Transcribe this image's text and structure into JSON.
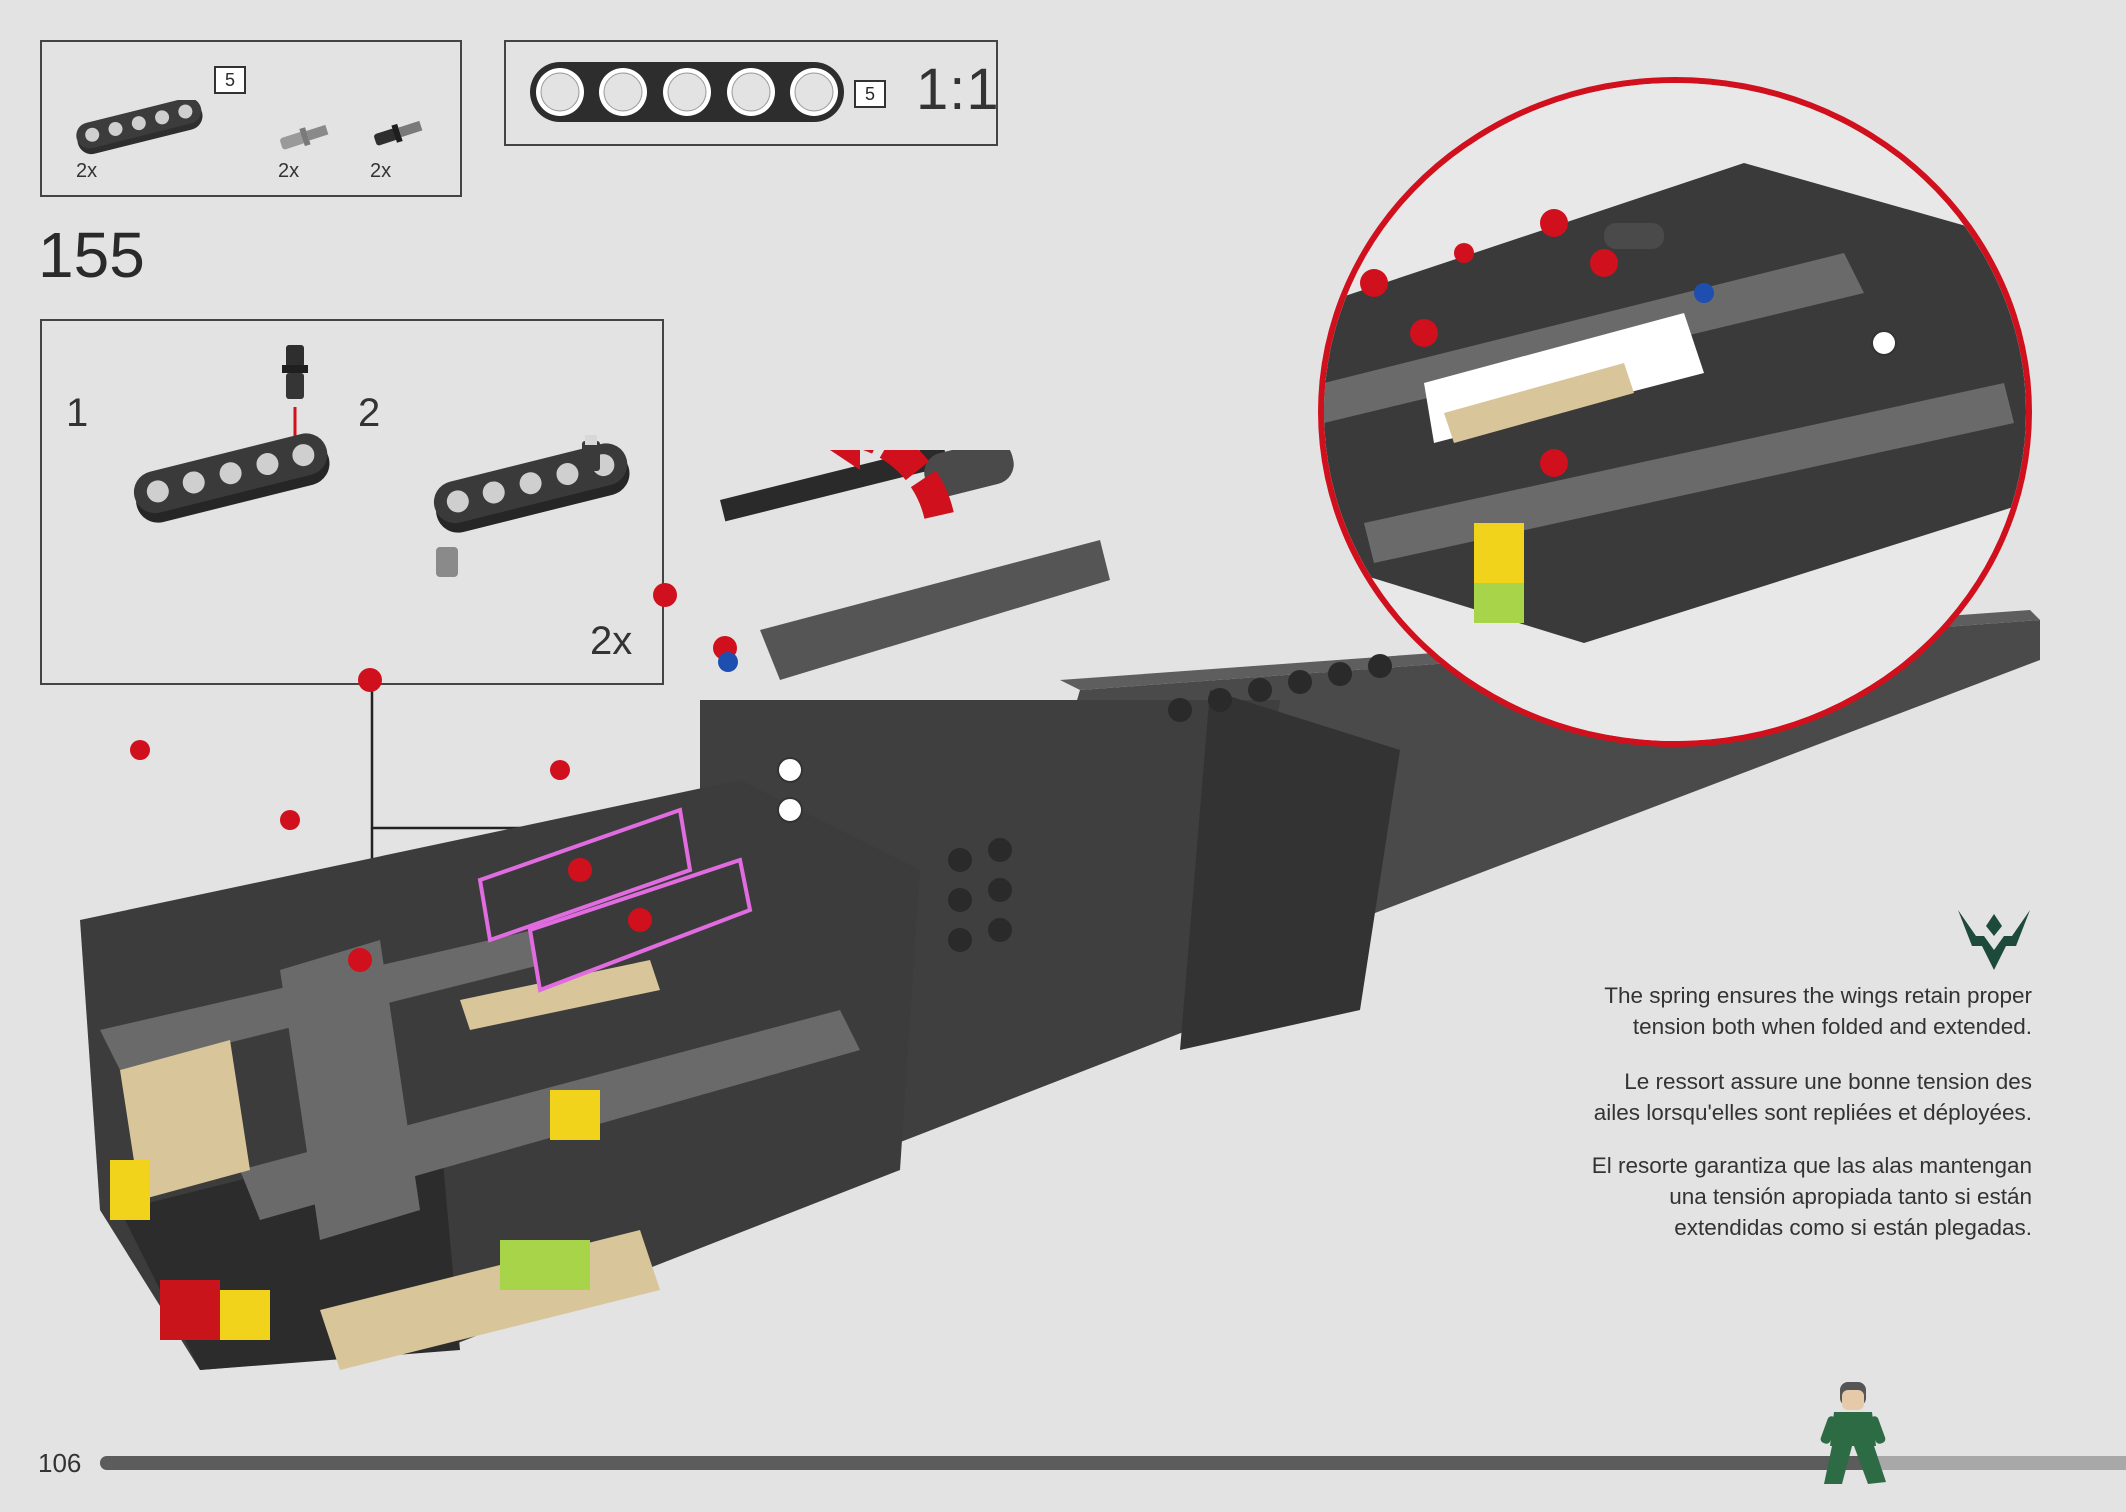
{
  "parts_list": {
    "items": [
      {
        "name": "liftarm-5-beam",
        "quantity": "2x",
        "count_badge": "5"
      },
      {
        "name": "axle-pin-grey",
        "quantity": "2x"
      },
      {
        "name": "axle-pin-black",
        "quantity": "2x"
      }
    ]
  },
  "scale_reference": {
    "beam_length": "5",
    "ratio": "1:1"
  },
  "step": {
    "number": "155",
    "substeps": [
      {
        "number": "1"
      },
      {
        "number": "2",
        "multiplier": "2x"
      }
    ]
  },
  "colors": {
    "accent_red": "#d0101d",
    "brand_green": "#1d4a3a",
    "dark_gray": "#3a3a3a",
    "beam_gray": "#4a4a4a",
    "tan": "#d9c59a",
    "yellow": "#f2d31b",
    "lime": "#a8d44a",
    "highlight_magenta": "#e06ce0"
  },
  "info": {
    "logo_icon": "eagle-emblem-icon",
    "paragraphs": [
      [
        "The spring ensures the wings retain proper",
        "tension both when folded and extended."
      ],
      [
        "Le ressort assure une bonne tension des",
        "ailes lorsqu'elles sont repliées et déployées."
      ],
      [
        "El resorte garantiza que las alas mantengan",
        "una tensión apropiada tanto si están",
        "extendidas como si están plegadas."
      ]
    ]
  },
  "footer": {
    "page_number": "106",
    "progress": 0.87,
    "mascot_icon": "walking-minifigure-icon"
  }
}
